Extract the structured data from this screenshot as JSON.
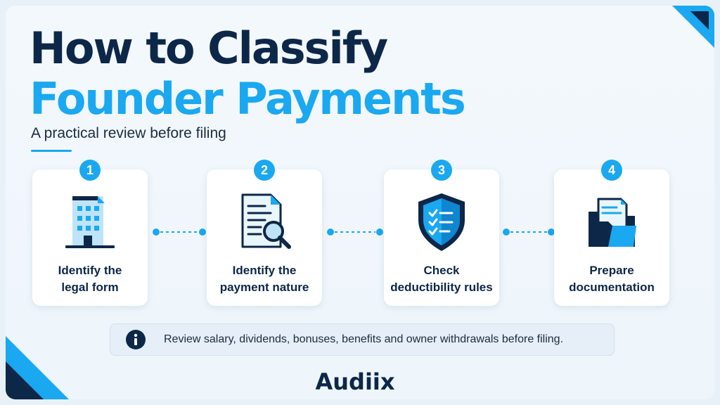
{
  "header": {
    "title_line1": "How to Classify",
    "title_line2": "Founder Payments",
    "subtitle": "A practical review before filing"
  },
  "steps": [
    {
      "number": "1",
      "label_line1": "Identify the",
      "label_line2": "legal form",
      "icon": "building-icon"
    },
    {
      "number": "2",
      "label_line1": "Identify the",
      "label_line2": "payment nature",
      "icon": "document-search-icon"
    },
    {
      "number": "3",
      "label_line1": "Check",
      "label_line2": "deductibility rules",
      "icon": "shield-check-icon"
    },
    {
      "number": "4",
      "label_line1": "Prepare",
      "label_line2": "documentation",
      "icon": "folder-icon"
    }
  ],
  "note": {
    "icon": "info-icon",
    "text": "Review salary, dividends, bonuses, benefits and owner withdrawals before filing."
  },
  "brand": {
    "logo_text": "Audiix",
    "navy": "#0d2748",
    "accent": "#1aa8f0"
  }
}
